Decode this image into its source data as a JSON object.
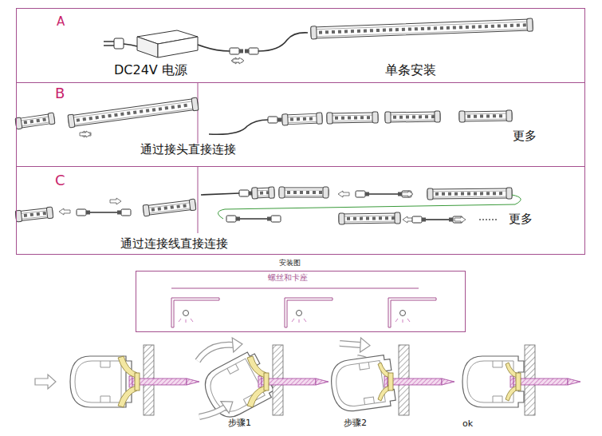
{
  "diagram": {
    "nodes": [
      {
        "text": [
          "A",
          "DC24V 电源",
          "单条安装"
        ]
      },
      {
        "text": [
          "B",
          "通过接头直接连接",
          "更多"
        ]
      },
      {
        "text": [
          "C",
          "通过连接线直接连接",
          "更多"
        ]
      },
      {
        "text": [
          "安装图",
          "螺丝和卡座"
        ]
      }
    ],
    "labels": [
      "步骤1",
      "步骤2",
      "ok"
    ]
  }
}
